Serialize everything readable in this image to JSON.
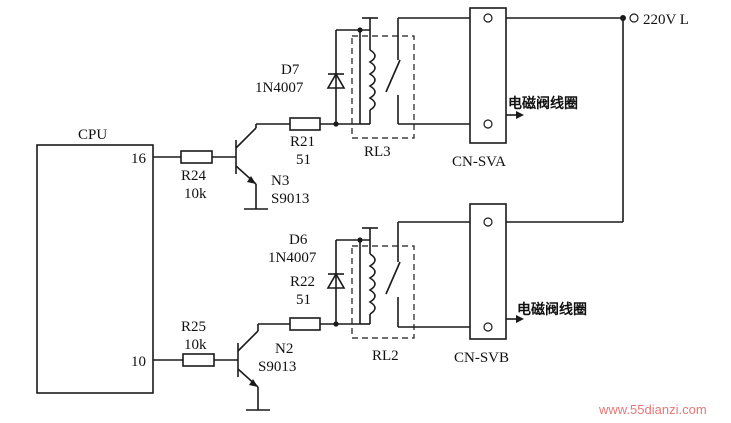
{
  "cpu": {
    "label": "CPU",
    "pin_top": "16",
    "pin_bottom": "10"
  },
  "supply": {
    "label": "220V L"
  },
  "upper": {
    "resistor_in": {
      "name": "R24",
      "value": "10k"
    },
    "transistor": {
      "name": "N3",
      "model": "S9013"
    },
    "resistor_out": {
      "name": "R21",
      "value": "51"
    },
    "diode": {
      "name": "D7",
      "model": "1N4007"
    },
    "relay": "RL3",
    "connector": "CN-SVA",
    "coil_label": "电磁阀线圈"
  },
  "lower": {
    "resistor_in": {
      "name": "R25",
      "value": "10k"
    },
    "transistor": {
      "name": "N2",
      "model": "S9013"
    },
    "resistor_out": {
      "name": "R22",
      "value": "51"
    },
    "diode": {
      "name": "D6",
      "model": "1N4007"
    },
    "relay": "RL2",
    "connector": "CN-SVB",
    "coil_label": "电磁阀线圈"
  },
  "watermark": "www.55dianzi.com"
}
